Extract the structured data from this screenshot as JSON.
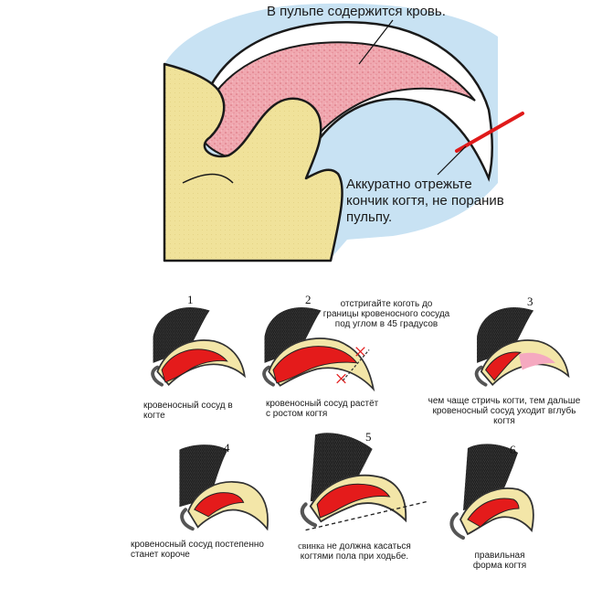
{
  "top": {
    "pulp_label": "В пульпе содержится кровь.",
    "cut_label_lines": [
      "Аккуратно отрежьте",
      "кончик когтя, не поранив",
      "пульпу."
    ]
  },
  "steps": [
    {
      "number": "1",
      "caption": [
        "кровеносный сосуд в",
        "когте"
      ]
    },
    {
      "number": "2",
      "caption": [
        "кровеносный сосуд растёт",
        "с ростом когтя"
      ],
      "note": [
        "отстригайте коготь до",
        "границы кровеносного сосуда",
        "под углом в 45 градусов"
      ]
    },
    {
      "number": "3",
      "caption": [
        "чем чаще стричь когти, тем дальше",
        "кровеносный сосуд уходит вглубь",
        "когтя"
      ]
    },
    {
      "number": "4",
      "caption": [
        "кровеносный сосуд постепенно",
        "станет короче"
      ]
    },
    {
      "number": "5",
      "caption_part1": "свинка ",
      "caption_part2": "не должна касаться",
      "caption_line2": "когтями пола при ходьбе."
    },
    {
      "number": "6",
      "caption": [
        "правильная",
        "форма когтя"
      ]
    }
  ],
  "colors": {
    "skin": "#f2e4a0",
    "pulp": "#f0a8b0",
    "vessel": "#e41b1b",
    "claw": "#f3e6a8",
    "fur": "#2a2a2a",
    "cut_line": "#e01a1a"
  }
}
